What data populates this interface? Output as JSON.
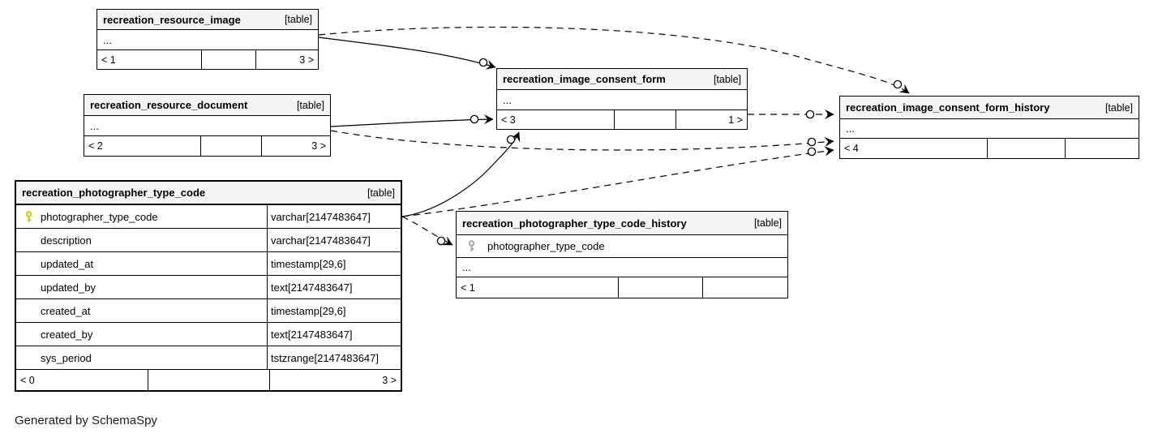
{
  "diagram": {
    "generator_note": "Generated by SchemaSpy",
    "colors": {
      "header_bg": "#f4f4f4",
      "border": "#000000",
      "primary_key_icon": "#cccc00",
      "inherited_key_icon": "#a6a6a6"
    },
    "icons": {
      "primary_key": "key-icon",
      "inherited_key": "key-icon-gray"
    }
  },
  "tables": {
    "resource_image": {
      "title": "recreation_resource_image",
      "badge": "[table]",
      "ellipsis": "...",
      "footer_left": "< 1",
      "footer_mid": "",
      "footer_right": "3 >"
    },
    "resource_document": {
      "title": "recreation_resource_document",
      "badge": "[table]",
      "ellipsis": "...",
      "footer_left": "< 2",
      "footer_mid": "",
      "footer_right": "3 >"
    },
    "consent_form": {
      "title": "recreation_image_consent_form",
      "badge": "[table]",
      "ellipsis": "...",
      "footer_left": "< 3",
      "footer_mid": "",
      "footer_right": "1 >"
    },
    "consent_form_history": {
      "title": "recreation_image_consent_form_history",
      "badge": "[table]",
      "ellipsis": "...",
      "footer_left": "< 4",
      "footer_mid": "",
      "footer_right": ""
    },
    "photographer_type_code": {
      "title": "recreation_photographer_type_code",
      "badge": "[table]",
      "footer_left": "< 0",
      "footer_mid": "",
      "footer_right": "3 >",
      "columns": [
        {
          "name": "photographer_type_code",
          "type": "varchar[2147483647]",
          "key": "primary"
        },
        {
          "name": "description",
          "type": "varchar[2147483647]",
          "key": ""
        },
        {
          "name": "updated_at",
          "type": "timestamp[29,6]",
          "key": ""
        },
        {
          "name": "updated_by",
          "type": "text[2147483647]",
          "key": ""
        },
        {
          "name": "created_at",
          "type": "timestamp[29,6]",
          "key": ""
        },
        {
          "name": "created_by",
          "type": "text[2147483647]",
          "key": ""
        },
        {
          "name": "sys_period",
          "type": "tstzrange[2147483647]",
          "key": ""
        }
      ]
    },
    "photographer_type_code_history": {
      "title": "recreation_photographer_type_code_history",
      "badge": "[table]",
      "ellipsis": "...",
      "footer_left": "< 1",
      "footer_mid": "",
      "footer_right": "",
      "columns": [
        {
          "name": "photographer_type_code",
          "key": "inherited"
        }
      ]
    }
  }
}
